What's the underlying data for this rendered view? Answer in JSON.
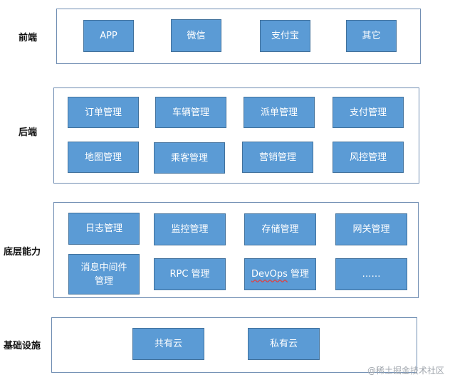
{
  "layers": [
    {
      "label": "前端",
      "items": [
        "APP",
        "微信",
        "支付宝",
        "其它"
      ]
    },
    {
      "label": "后端",
      "items": [
        "订单管理",
        "车辆管理",
        "派单管理",
        "支付管理",
        "地图管理",
        "乘客管理",
        "营销管理",
        "风控管理"
      ]
    },
    {
      "label": "底层能力",
      "items": [
        "日志管理",
        "监控管理",
        "存储管理",
        "网关管理",
        "消息中间件管理",
        "RPC 管理",
        "DevOps 管理",
        "……"
      ]
    },
    {
      "label": "基础设施",
      "items": [
        "共有云",
        "私有云"
      ]
    }
  ],
  "devops_prefix": "DevOps",
  "devops_suffix": " 管理",
  "msg_line1": "消息中间件",
  "msg_line2": "管理",
  "watermark": "@稀土掘金技术社区",
  "colors": {
    "box_fill": "#5b9bd5",
    "box_border": "#41719c",
    "frame_border": "#6f8db2",
    "box_text": "#ffffff"
  }
}
